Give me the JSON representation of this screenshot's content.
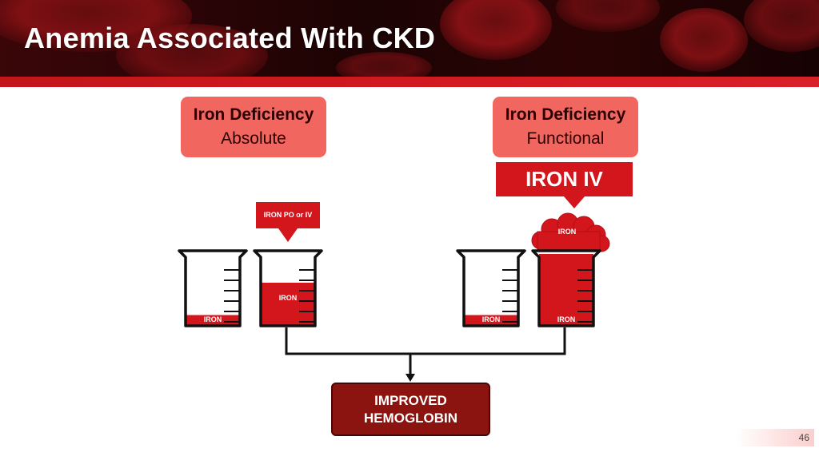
{
  "title": "Anemia Associated With CKD",
  "boxes": {
    "absolute": {
      "line1": "Iron Deficiency",
      "line2": "Absolute"
    },
    "functional": {
      "line1": "Iron Deficiency",
      "line2": "Functional"
    }
  },
  "iron_iv_label": "IRON IV",
  "iron_po_iv_label": "IRON PO or IV",
  "beakers": [
    {
      "label": "IRON",
      "fill_fraction": 0.15
    },
    {
      "label": "IRON",
      "fill_fraction": 0.6
    },
    {
      "label": "IRON",
      "fill_fraction": 0.15
    },
    {
      "label": "IRON",
      "fill_fraction": 1.0
    }
  ],
  "overflow_label": "IRON",
  "result": {
    "line1": "IMPROVED",
    "line2": "HEMOGLOBIN"
  },
  "page_number": "46",
  "colors": {
    "accent": "#d3151c",
    "box": "#f26660",
    "result": "#8c1410",
    "header": "#1c0304"
  }
}
